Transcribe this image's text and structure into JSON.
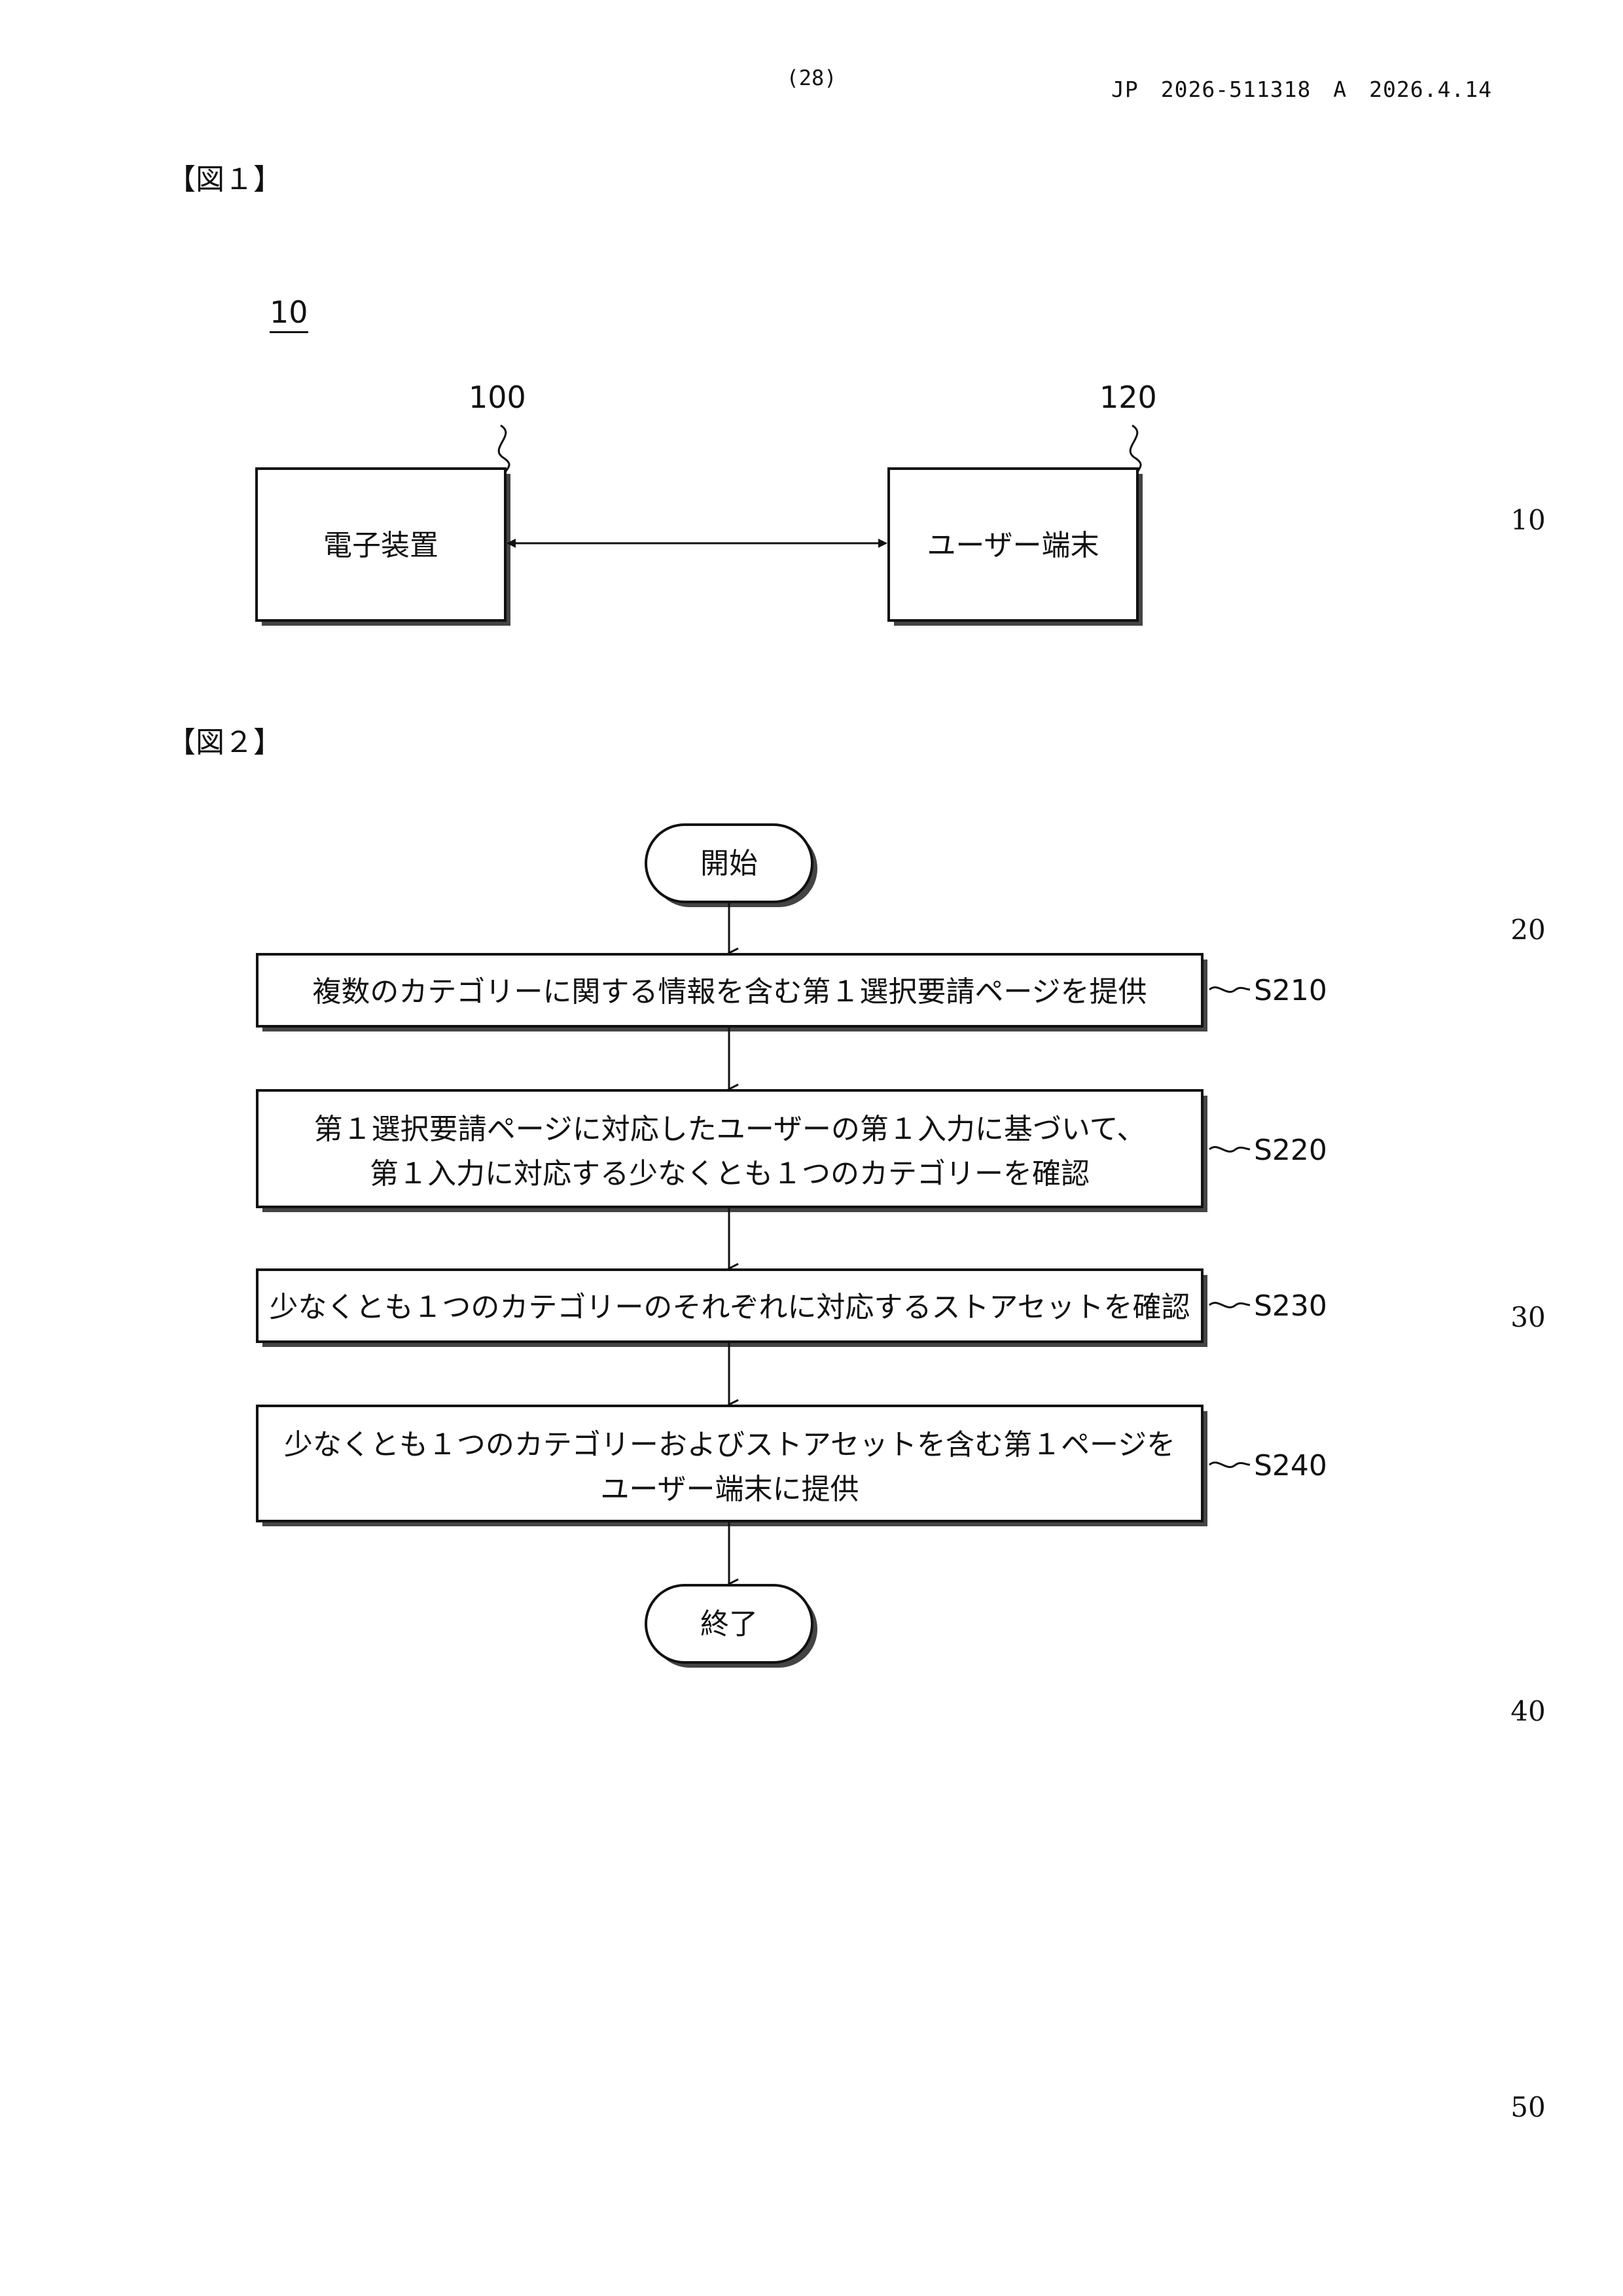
{
  "header": {
    "page_number": "(28)",
    "publication": "JP　2026-511318　A　2026.4.14"
  },
  "figure1": {
    "label": "【図１】",
    "system_ref": "10",
    "device_ref": "100",
    "device_label": "電子装置",
    "terminal_ref": "120",
    "terminal_label": "ユーザー端末"
  },
  "figure2": {
    "label": "【図２】",
    "start_label": "開始",
    "end_label": "終了",
    "steps": [
      {
        "id": "S210",
        "lines": [
          "複数のカテゴリーに関する情報を含む第１選択要請ページを提供"
        ]
      },
      {
        "id": "S220",
        "lines": [
          "第１選択要請ページに対応したユーザーの第１入力に基づいて、",
          "第１入力に対応する少なくとも１つのカテゴリーを確認"
        ]
      },
      {
        "id": "S230",
        "lines": [
          "少なくとも１つのカテゴリーのそれぞれに対応するストアセットを確認"
        ]
      },
      {
        "id": "S240",
        "lines": [
          "少なくとも１つのカテゴリーおよびストアセットを含む第１ページを",
          "ユーザー端末に提供"
        ]
      }
    ]
  },
  "margin_line_numbers": [
    "10",
    "20",
    "30",
    "40",
    "50"
  ]
}
